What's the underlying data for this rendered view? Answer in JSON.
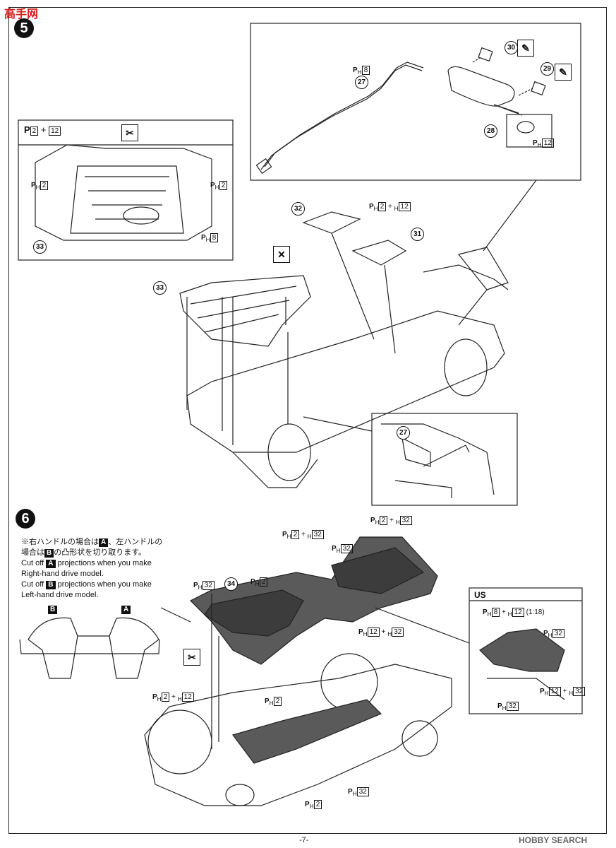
{
  "watermark_top": "高手网",
  "steps": {
    "step5": "5",
    "step6": "6"
  },
  "parts": {
    "p27": "27",
    "p28": "28",
    "p29": "29",
    "p30": "30",
    "p31": "31",
    "p32": "32",
    "p33": "33",
    "p34": "34"
  },
  "paint_labels": {
    "ph2": "2",
    "ph8": "8",
    "ph12": "12",
    "ph32": "32",
    "plus": "+",
    "ph_prefix": "P",
    "h_sub": "H",
    "h12": "12",
    "h32": "32",
    "scale": "(1:18)"
  },
  "detail_box_labels": {
    "combo_2_12": "2 + 12"
  },
  "note": {
    "jp_line1": "※右ハンドルの場合は",
    "jp_mid1": "、左ハンドルの",
    "jp_line2": "場合は",
    "jp_mid2": "の凸形状を切り取ります。",
    "en_line1": "Cut off",
    "en_line1b": "projections when you make",
    "en_line2": "Right-hand drive model.",
    "en_line3": "Cut off",
    "en_line3b": "projections when you make",
    "en_line4": "Left-hand drive model.",
    "letter_a": "A",
    "letter_b": "B"
  },
  "us_label": "US",
  "page_number": "-7-",
  "watermark_bottom": "HOBBY SEARCH"
}
